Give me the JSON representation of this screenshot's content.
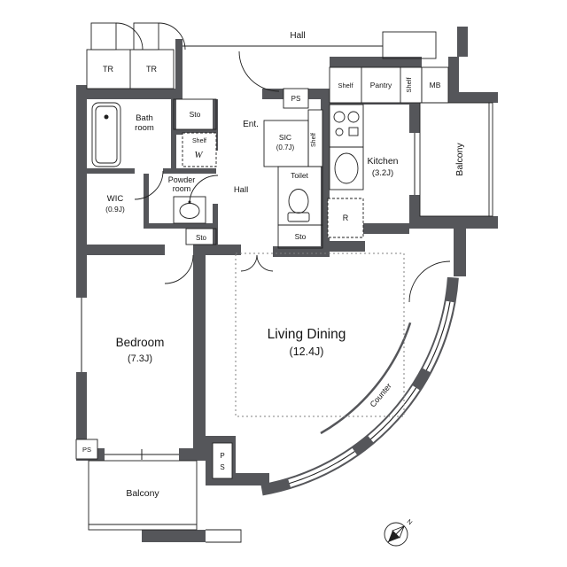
{
  "colors": {
    "wall": "#55565a",
    "line": "#1f1f1f",
    "dash": "#808080"
  },
  "labels": {
    "hall_top": "Hall",
    "tr_left": "TR",
    "tr_right": "TR",
    "bath_1": "Bath",
    "bath_2": "room",
    "sto_upper": "Sto",
    "shelf_w": "Shelf",
    "washer": "W",
    "powder_1": "Powder",
    "powder_2": "room",
    "wic": "WIC",
    "wic_size": "(0.9J)",
    "sto_hall": "Sto",
    "ent": "Ent.",
    "ps_top": "PS",
    "shelf_sic": "Shelf",
    "sic": "SIC",
    "sic_size": "(0.7J)",
    "hall_mid": "Hall",
    "toilet": "Toilet",
    "sto_lower": "Sto",
    "fridge": "R",
    "shelf_pantry_left": "Shelf",
    "pantry": "Pantry",
    "shelf_pantry_right": "Shelf",
    "mb": "MB",
    "kitchen": "Kitchen",
    "kitchen_size": "(3.2J)",
    "balcony_right": "Balcony",
    "living": "Living Dining",
    "living_size": "(12.4J)",
    "counter": "Counter",
    "bedroom": "Bedroom",
    "bedroom_size": "(7.3J)",
    "ps_left": "PS",
    "ps_bottom_p": "P",
    "ps_bottom_s": "S",
    "balcony_bottom": "Balcony",
    "compass_n": "N"
  }
}
